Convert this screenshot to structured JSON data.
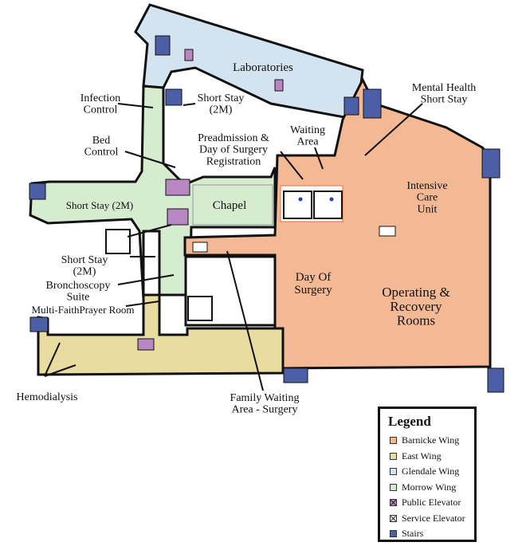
{
  "colors": {
    "barnicke": "#f2b994",
    "east": "#e8dca0",
    "glendale": "#d3e3ef",
    "morrow": "#d5eccf",
    "public_elevator": "#b887c2",
    "service_elevator": "#ffffff",
    "stairs": "#4c5ea6"
  },
  "labels": {
    "laboratories": "Laboratories",
    "mental_health": "Mental Health\nShort Stay",
    "infection_control": "Infection\nControl",
    "short_stay_top": "Short Stay\n(2M)",
    "bed_control": "Bed\nControl",
    "preadmission": "Preadmission &\nDay of  Surgery\nRegistration",
    "waiting_area": "Waiting\nArea",
    "icu": "Intensive\nCare\nUnit",
    "short_stay_left": "Short Stay (2M)",
    "chapel": "Chapel",
    "short_stay_mid": "Short Stay\n(2M)",
    "bronchoscopy": "Bronchoscopy\nSuite",
    "multifaith": "Multi-FaithPrayer Room",
    "day_of_surgery": "Day Of\nSurgery",
    "operating": "Operating &\nRecovery\nRooms",
    "hemodialysis": "Hemodialysis",
    "family_waiting": "Family Waiting\nArea - Surgery"
  },
  "legend": {
    "title": "Legend",
    "items": [
      {
        "label": "Barnicke Wing",
        "color": "#f2b994",
        "icon": "barnicke-swatch"
      },
      {
        "label": "East Wing",
        "color": "#e8dca0",
        "icon": "east-swatch"
      },
      {
        "label": "Glendale Wing",
        "color": "#d3e3ef",
        "icon": "glendale-swatch"
      },
      {
        "label": "Morrow Wing",
        "color": "#d5eccf",
        "icon": "morrow-swatch"
      },
      {
        "label": "Public Elevator",
        "color": "#b887c2",
        "icon": "public-elevator-icon"
      },
      {
        "label": "Service Elevator",
        "color": "#ffffff",
        "icon": "service-elevator-icon"
      },
      {
        "label": "Stairs",
        "color": "#4c5ea6",
        "icon": "stairs-icon"
      }
    ]
  }
}
